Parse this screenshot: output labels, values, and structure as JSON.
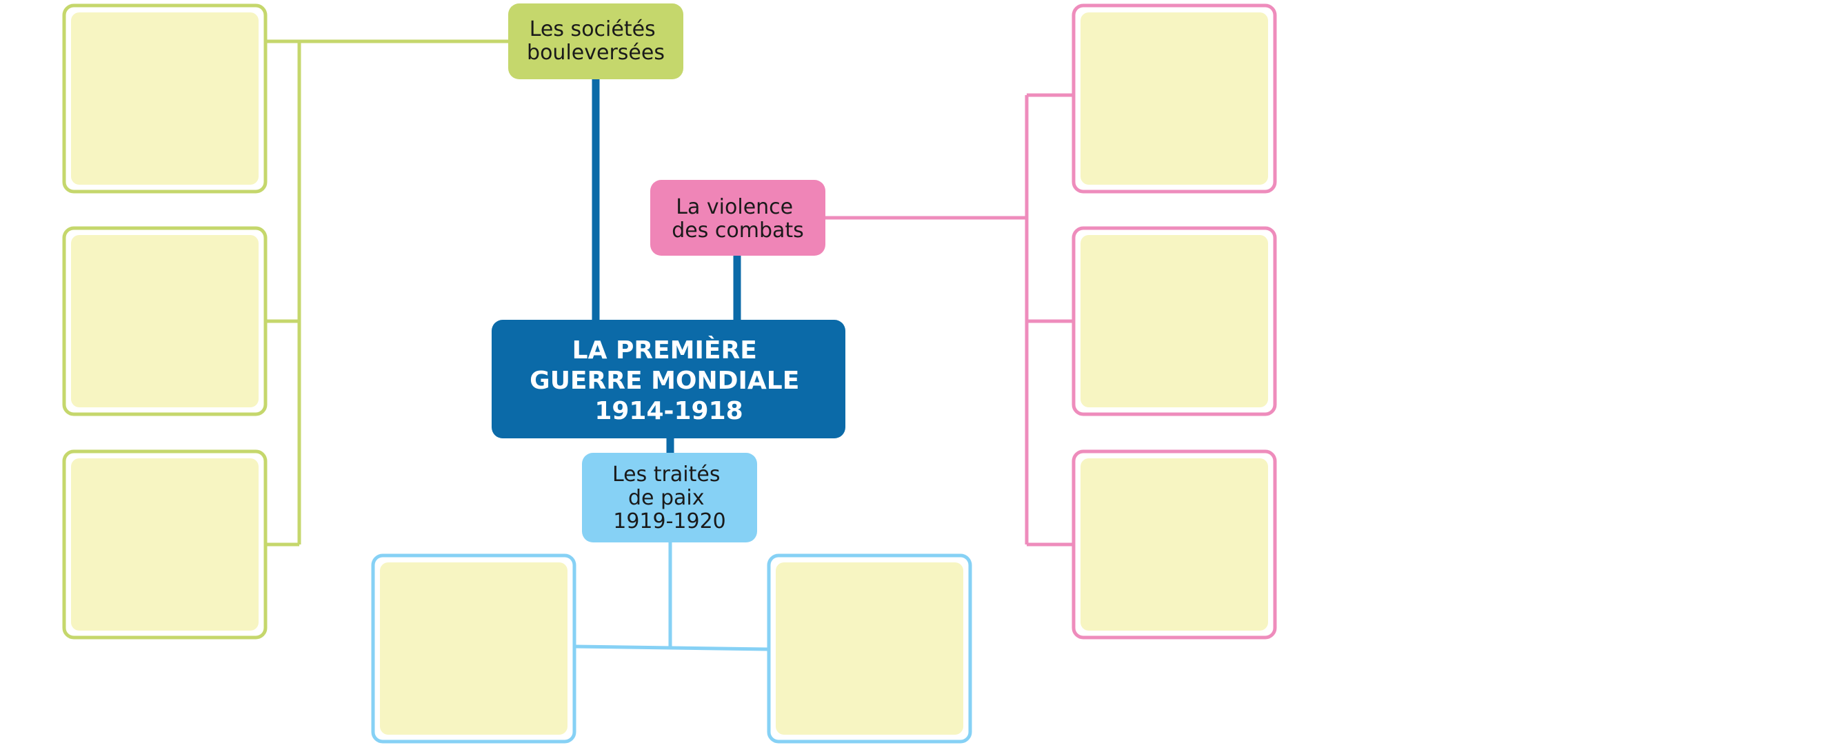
{
  "diagram": {
    "center": {
      "lines": [
        "LA PREMIÈRE",
        "GUERRE MONDIALE",
        "1914-1918"
      ],
      "fill": "#0b6aa8",
      "text_color": "#ffffff"
    },
    "branches": [
      {
        "id": "societes",
        "lines": [
          "Les sociétés",
          "bouleversées"
        ],
        "fill": "#c5d76c",
        "text_color": "#1a1a1a",
        "box_border": "#c5d76c"
      },
      {
        "id": "violence",
        "lines": [
          "La violence",
          "des combats"
        ],
        "fill": "#ef85b7",
        "text_color": "#1a1a1a",
        "box_border": "#ee8cbc"
      },
      {
        "id": "traites",
        "lines": [
          "Les traités",
          "de paix",
          "1919-1920"
        ],
        "fill": "#86d1f5",
        "text_color": "#1a1a1a",
        "box_border": "#86d1f5"
      }
    ],
    "connector_color": "#0b6aa8",
    "empty_box_fill": "#f7f5c2"
  }
}
